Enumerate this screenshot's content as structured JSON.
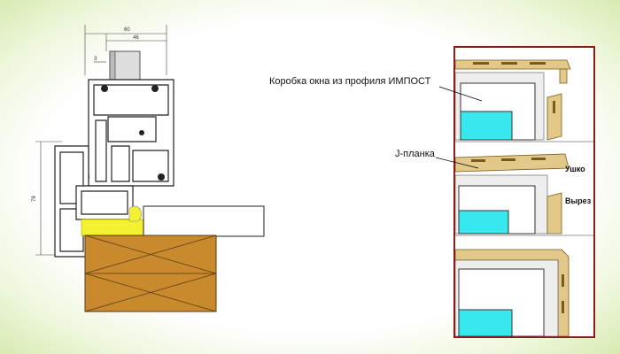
{
  "section": {
    "dim_width_total": "60",
    "dim_width_inner": "46",
    "dim_gap": "3",
    "dim_height": "78"
  },
  "labels": {
    "box_label": "Коробка окна из профиля ИМПОСТ",
    "j_label": "J-планка",
    "ear_label": "Ушко",
    "cut_label": "Вырез"
  },
  "colors": {
    "border": "#8b1c1c",
    "wood": "#c98a2e",
    "sealant": "#f4f032",
    "glass": "#37e8ee",
    "siding": "#e2c889"
  }
}
